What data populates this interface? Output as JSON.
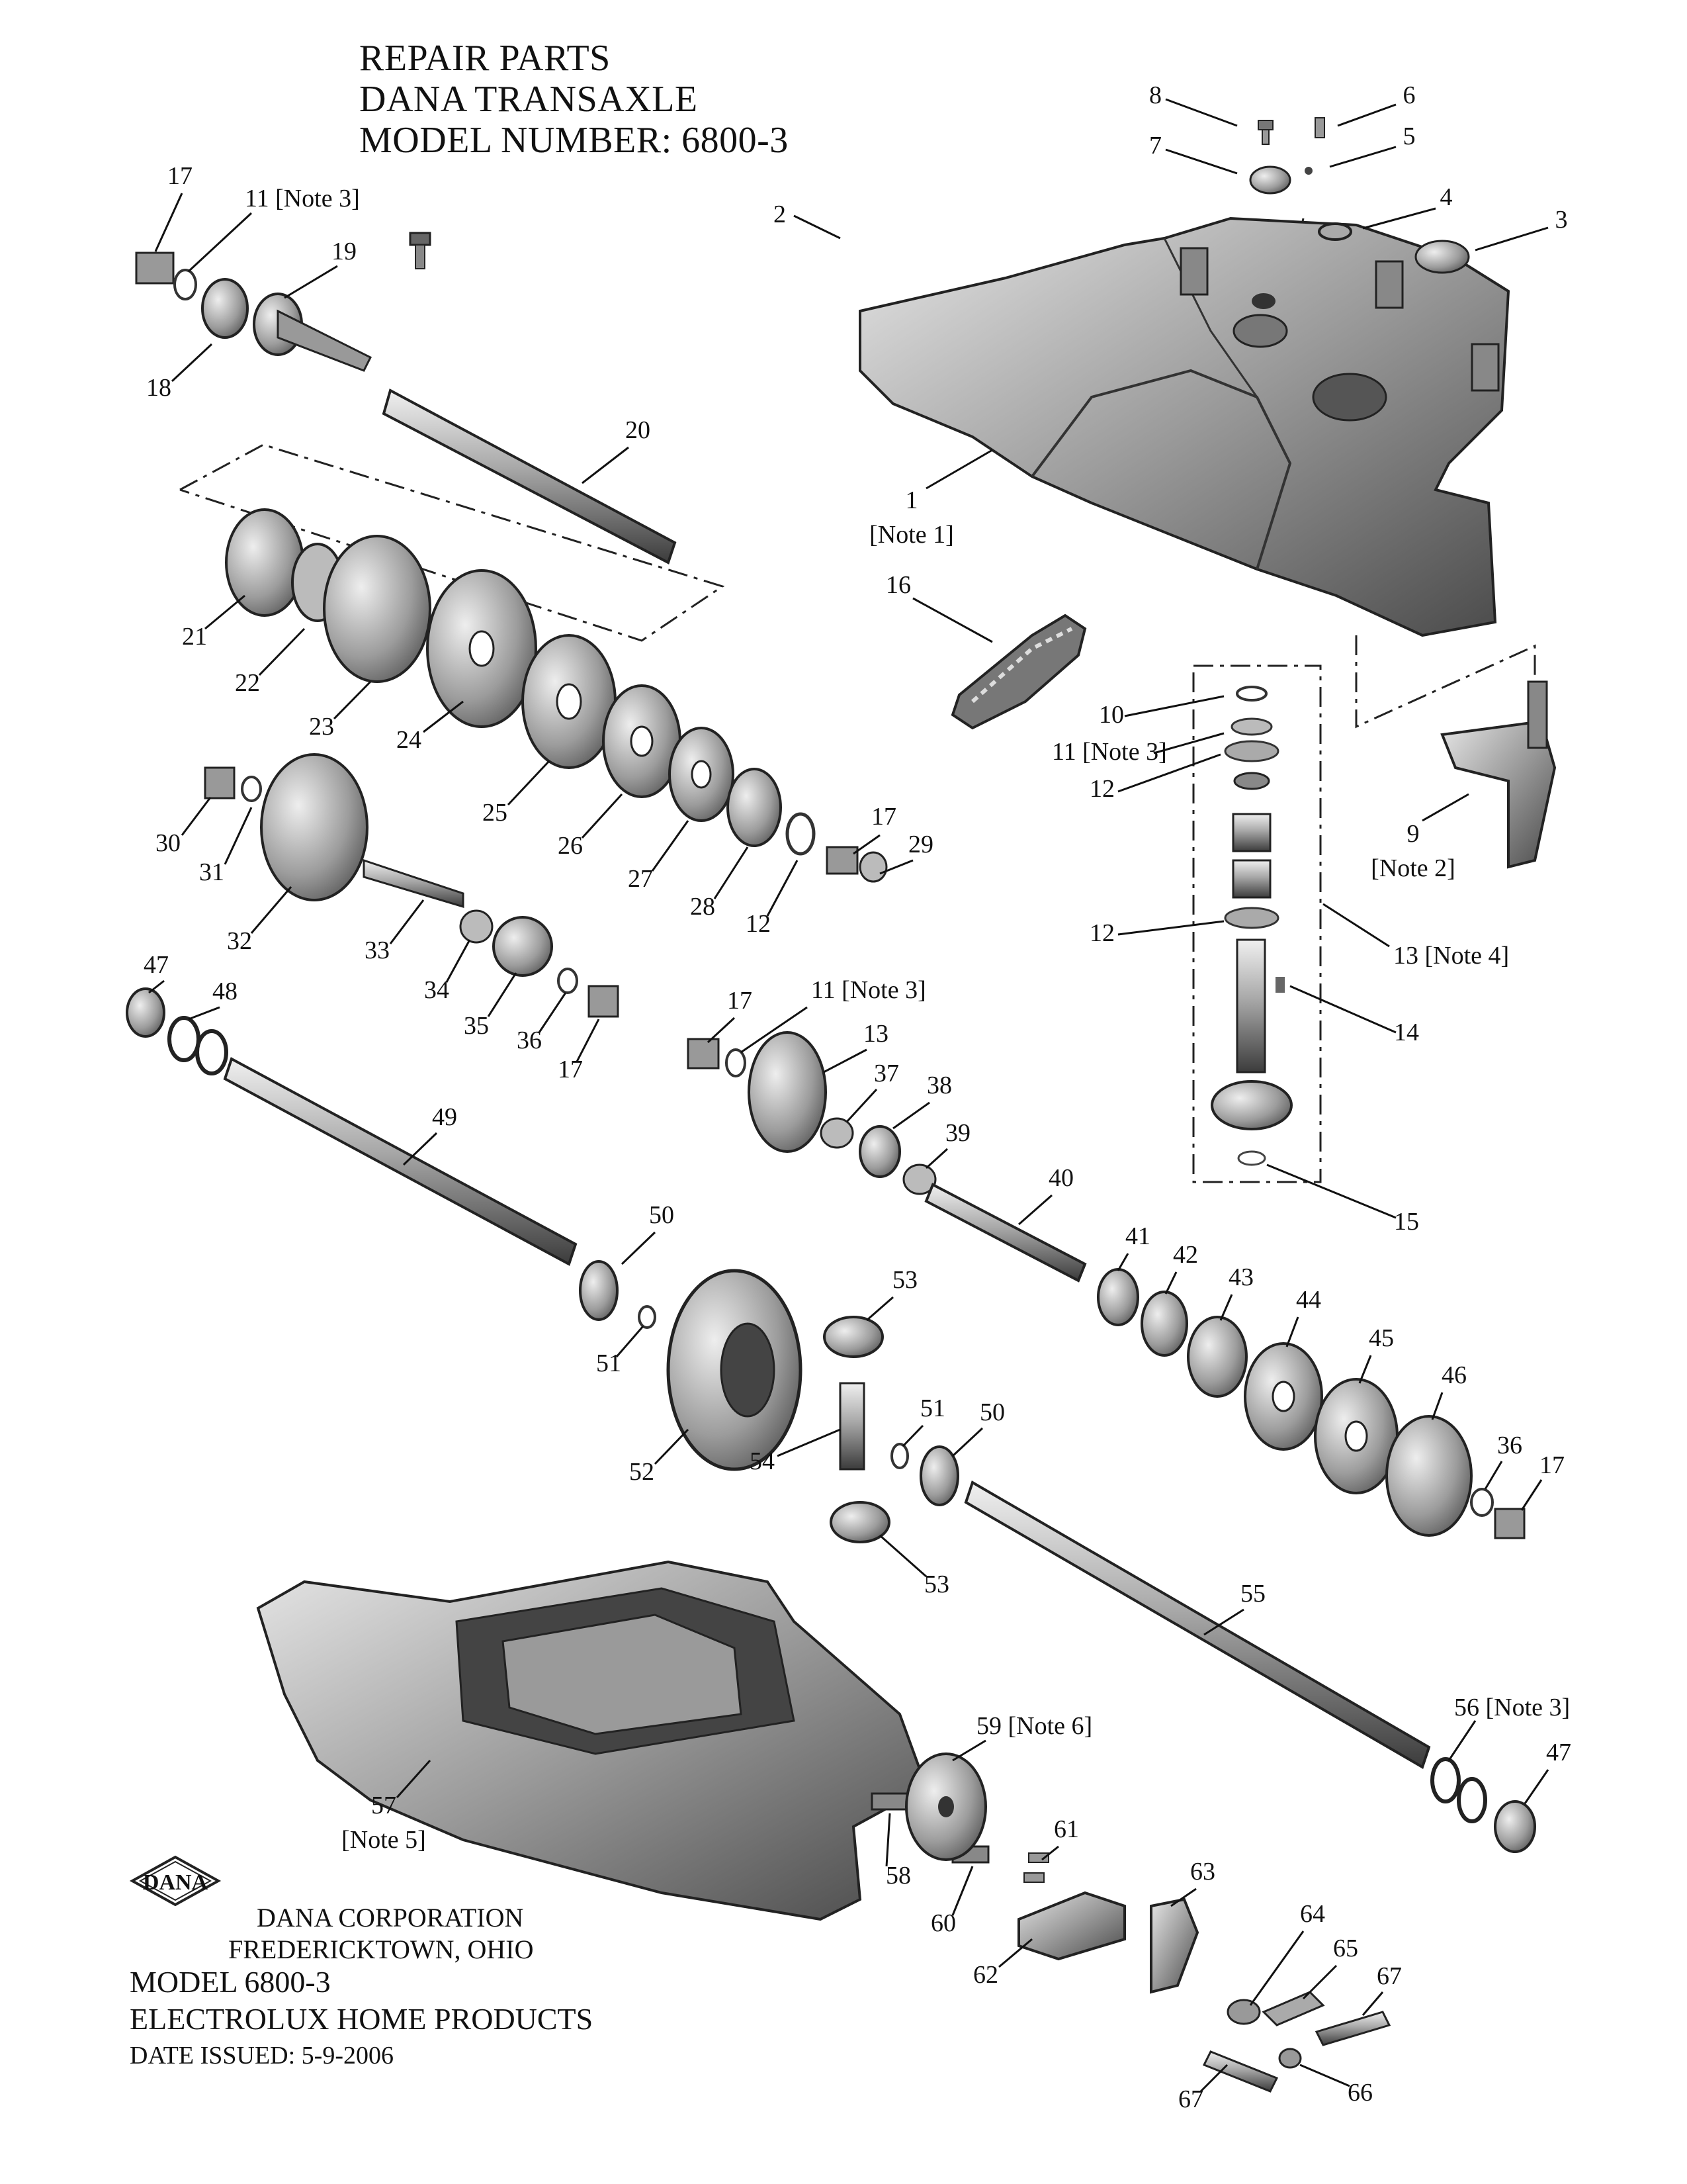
{
  "title": {
    "line1": "REPAIR PARTS",
    "line2": "DANA TRANSAXLE",
    "line3": "MODEL NUMBER: 6800-3"
  },
  "footer": {
    "logo_text": "DANA",
    "company": "DANA CORPORATION",
    "location": "FREDERICKTOWN, OHIO",
    "model": "MODEL 6800-3",
    "customer": "ELECTROLUX HOME PRODUCTS",
    "date": "DATE ISSUED: 5-9-2006"
  },
  "callouts": [
    {
      "id": "c1",
      "number": "1",
      "note": "[Note 1]"
    },
    {
      "id": "c2",
      "number": "2",
      "note": ""
    },
    {
      "id": "c3",
      "number": "3",
      "note": ""
    },
    {
      "id": "c4",
      "number": "4",
      "note": ""
    },
    {
      "id": "c5",
      "number": "5",
      "note": ""
    },
    {
      "id": "c6",
      "number": "6",
      "note": ""
    },
    {
      "id": "c7",
      "number": "7",
      "note": ""
    },
    {
      "id": "c8",
      "number": "8",
      "note": ""
    },
    {
      "id": "c9",
      "number": "9",
      "note": "[Note 2]"
    },
    {
      "id": "c10",
      "number": "10",
      "note": ""
    },
    {
      "id": "c11a",
      "number": "11",
      "note": "[Note 3]"
    },
    {
      "id": "c11b",
      "number": "11",
      "note": "[Note 3]"
    },
    {
      "id": "c11c",
      "number": "11",
      "note": "[Note 3]"
    },
    {
      "id": "c12a",
      "number": "12",
      "note": ""
    },
    {
      "id": "c12b",
      "number": "12",
      "note": ""
    },
    {
      "id": "c12c",
      "number": "12",
      "note": ""
    },
    {
      "id": "c13a",
      "number": "13",
      "note": "[Note 4]"
    },
    {
      "id": "c13b",
      "number": "13",
      "note": ""
    },
    {
      "id": "c14",
      "number": "14",
      "note": ""
    },
    {
      "id": "c15",
      "number": "15",
      "note": ""
    },
    {
      "id": "c16",
      "number": "16",
      "note": ""
    },
    {
      "id": "c17a",
      "number": "17",
      "note": ""
    },
    {
      "id": "c17b",
      "number": "17",
      "note": ""
    },
    {
      "id": "c17c",
      "number": "17",
      "note": ""
    },
    {
      "id": "c17d",
      "number": "17",
      "note": ""
    },
    {
      "id": "c17e",
      "number": "17",
      "note": ""
    },
    {
      "id": "c18",
      "number": "18",
      "note": ""
    },
    {
      "id": "c19",
      "number": "19",
      "note": ""
    },
    {
      "id": "c20",
      "number": "20",
      "note": ""
    },
    {
      "id": "c21",
      "number": "21",
      "note": ""
    },
    {
      "id": "c22",
      "number": "22",
      "note": ""
    },
    {
      "id": "c23",
      "number": "23",
      "note": ""
    },
    {
      "id": "c24",
      "number": "24",
      "note": ""
    },
    {
      "id": "c25",
      "number": "25",
      "note": ""
    },
    {
      "id": "c26",
      "number": "26",
      "note": ""
    },
    {
      "id": "c27",
      "number": "27",
      "note": ""
    },
    {
      "id": "c28",
      "number": "28",
      "note": ""
    },
    {
      "id": "c29",
      "number": "29",
      "note": ""
    },
    {
      "id": "c30",
      "number": "30",
      "note": ""
    },
    {
      "id": "c31",
      "number": "31",
      "note": ""
    },
    {
      "id": "c32",
      "number": "32",
      "note": ""
    },
    {
      "id": "c33",
      "number": "33",
      "note": ""
    },
    {
      "id": "c34",
      "number": "34",
      "note": ""
    },
    {
      "id": "c35",
      "number": "35",
      "note": ""
    },
    {
      "id": "c36a",
      "number": "36",
      "note": ""
    },
    {
      "id": "c36b",
      "number": "36",
      "note": ""
    },
    {
      "id": "c37",
      "number": "37",
      "note": ""
    },
    {
      "id": "c38",
      "number": "38",
      "note": ""
    },
    {
      "id": "c39",
      "number": "39",
      "note": ""
    },
    {
      "id": "c40",
      "number": "40",
      "note": ""
    },
    {
      "id": "c41",
      "number": "41",
      "note": ""
    },
    {
      "id": "c42",
      "number": "42",
      "note": ""
    },
    {
      "id": "c43",
      "number": "43",
      "note": ""
    },
    {
      "id": "c44",
      "number": "44",
      "note": ""
    },
    {
      "id": "c45",
      "number": "45",
      "note": ""
    },
    {
      "id": "c46",
      "number": "46",
      "note": ""
    },
    {
      "id": "c47a",
      "number": "47",
      "note": ""
    },
    {
      "id": "c47b",
      "number": "47",
      "note": ""
    },
    {
      "id": "c48",
      "number": "48",
      "note": ""
    },
    {
      "id": "c49",
      "number": "49",
      "note": ""
    },
    {
      "id": "c50a",
      "number": "50",
      "note": ""
    },
    {
      "id": "c50b",
      "number": "50",
      "note": ""
    },
    {
      "id": "c51a",
      "number": "51",
      "note": ""
    },
    {
      "id": "c51b",
      "number": "51",
      "note": ""
    },
    {
      "id": "c52",
      "number": "52",
      "note": ""
    },
    {
      "id": "c53a",
      "number": "53",
      "note": ""
    },
    {
      "id": "c53b",
      "number": "53",
      "note": ""
    },
    {
      "id": "c54",
      "number": "54",
      "note": ""
    },
    {
      "id": "c55",
      "number": "55",
      "note": ""
    },
    {
      "id": "c56",
      "number": "56",
      "note": "[Note 3]"
    },
    {
      "id": "c57",
      "number": "57",
      "note": "[Note 5]"
    },
    {
      "id": "c58",
      "number": "58",
      "note": ""
    },
    {
      "id": "c59",
      "number": "59",
      "note": "[Note 6]"
    },
    {
      "id": "c60",
      "number": "60",
      "note": ""
    },
    {
      "id": "c61",
      "number": "61",
      "note": ""
    },
    {
      "id": "c62",
      "number": "62",
      "note": ""
    },
    {
      "id": "c63",
      "number": "63",
      "note": ""
    },
    {
      "id": "c64",
      "number": "64",
      "note": ""
    },
    {
      "id": "c65",
      "number": "65",
      "note": ""
    },
    {
      "id": "c66",
      "number": "66",
      "note": ""
    },
    {
      "id": "c67a",
      "number": "67",
      "note": ""
    },
    {
      "id": "c67b",
      "number": "67",
      "note": ""
    }
  ]
}
